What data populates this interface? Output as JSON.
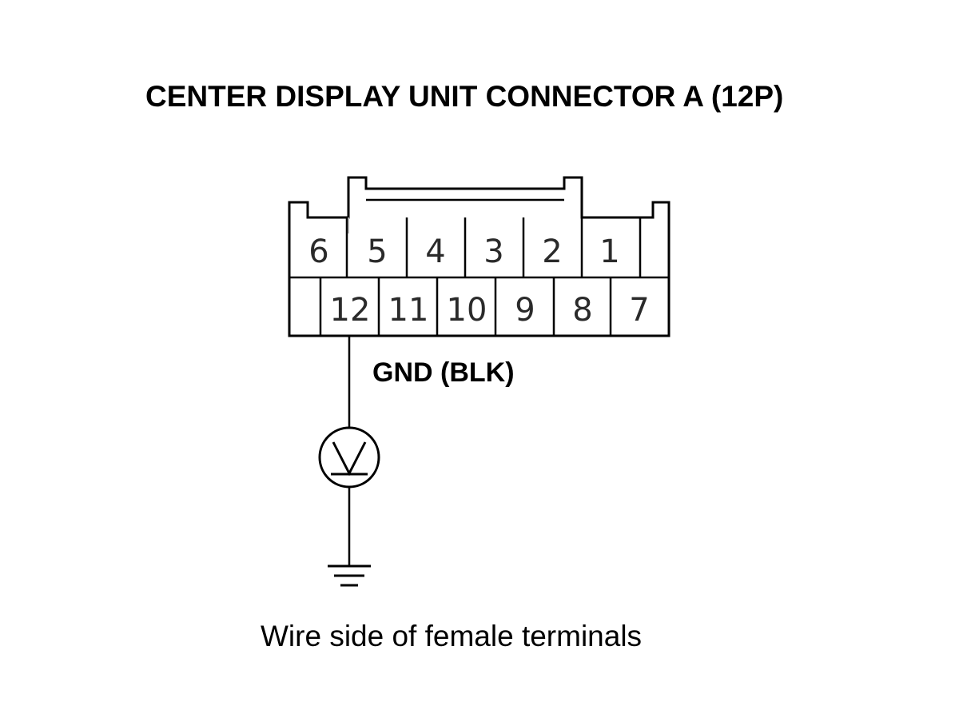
{
  "title": "CENTER DISPLAY UNIT CONNECTOR A (12P)",
  "connector": {
    "top_row": [
      "6",
      "5",
      "4",
      "3",
      "2",
      "1"
    ],
    "bottom_row": [
      "12",
      "11",
      "10",
      "9",
      "8",
      "7"
    ]
  },
  "wire_label": "GND (BLK)",
  "meter_symbol": "voltmeter-icon",
  "ground_symbol": "ground-icon",
  "caption": "Wire side of female terminals"
}
